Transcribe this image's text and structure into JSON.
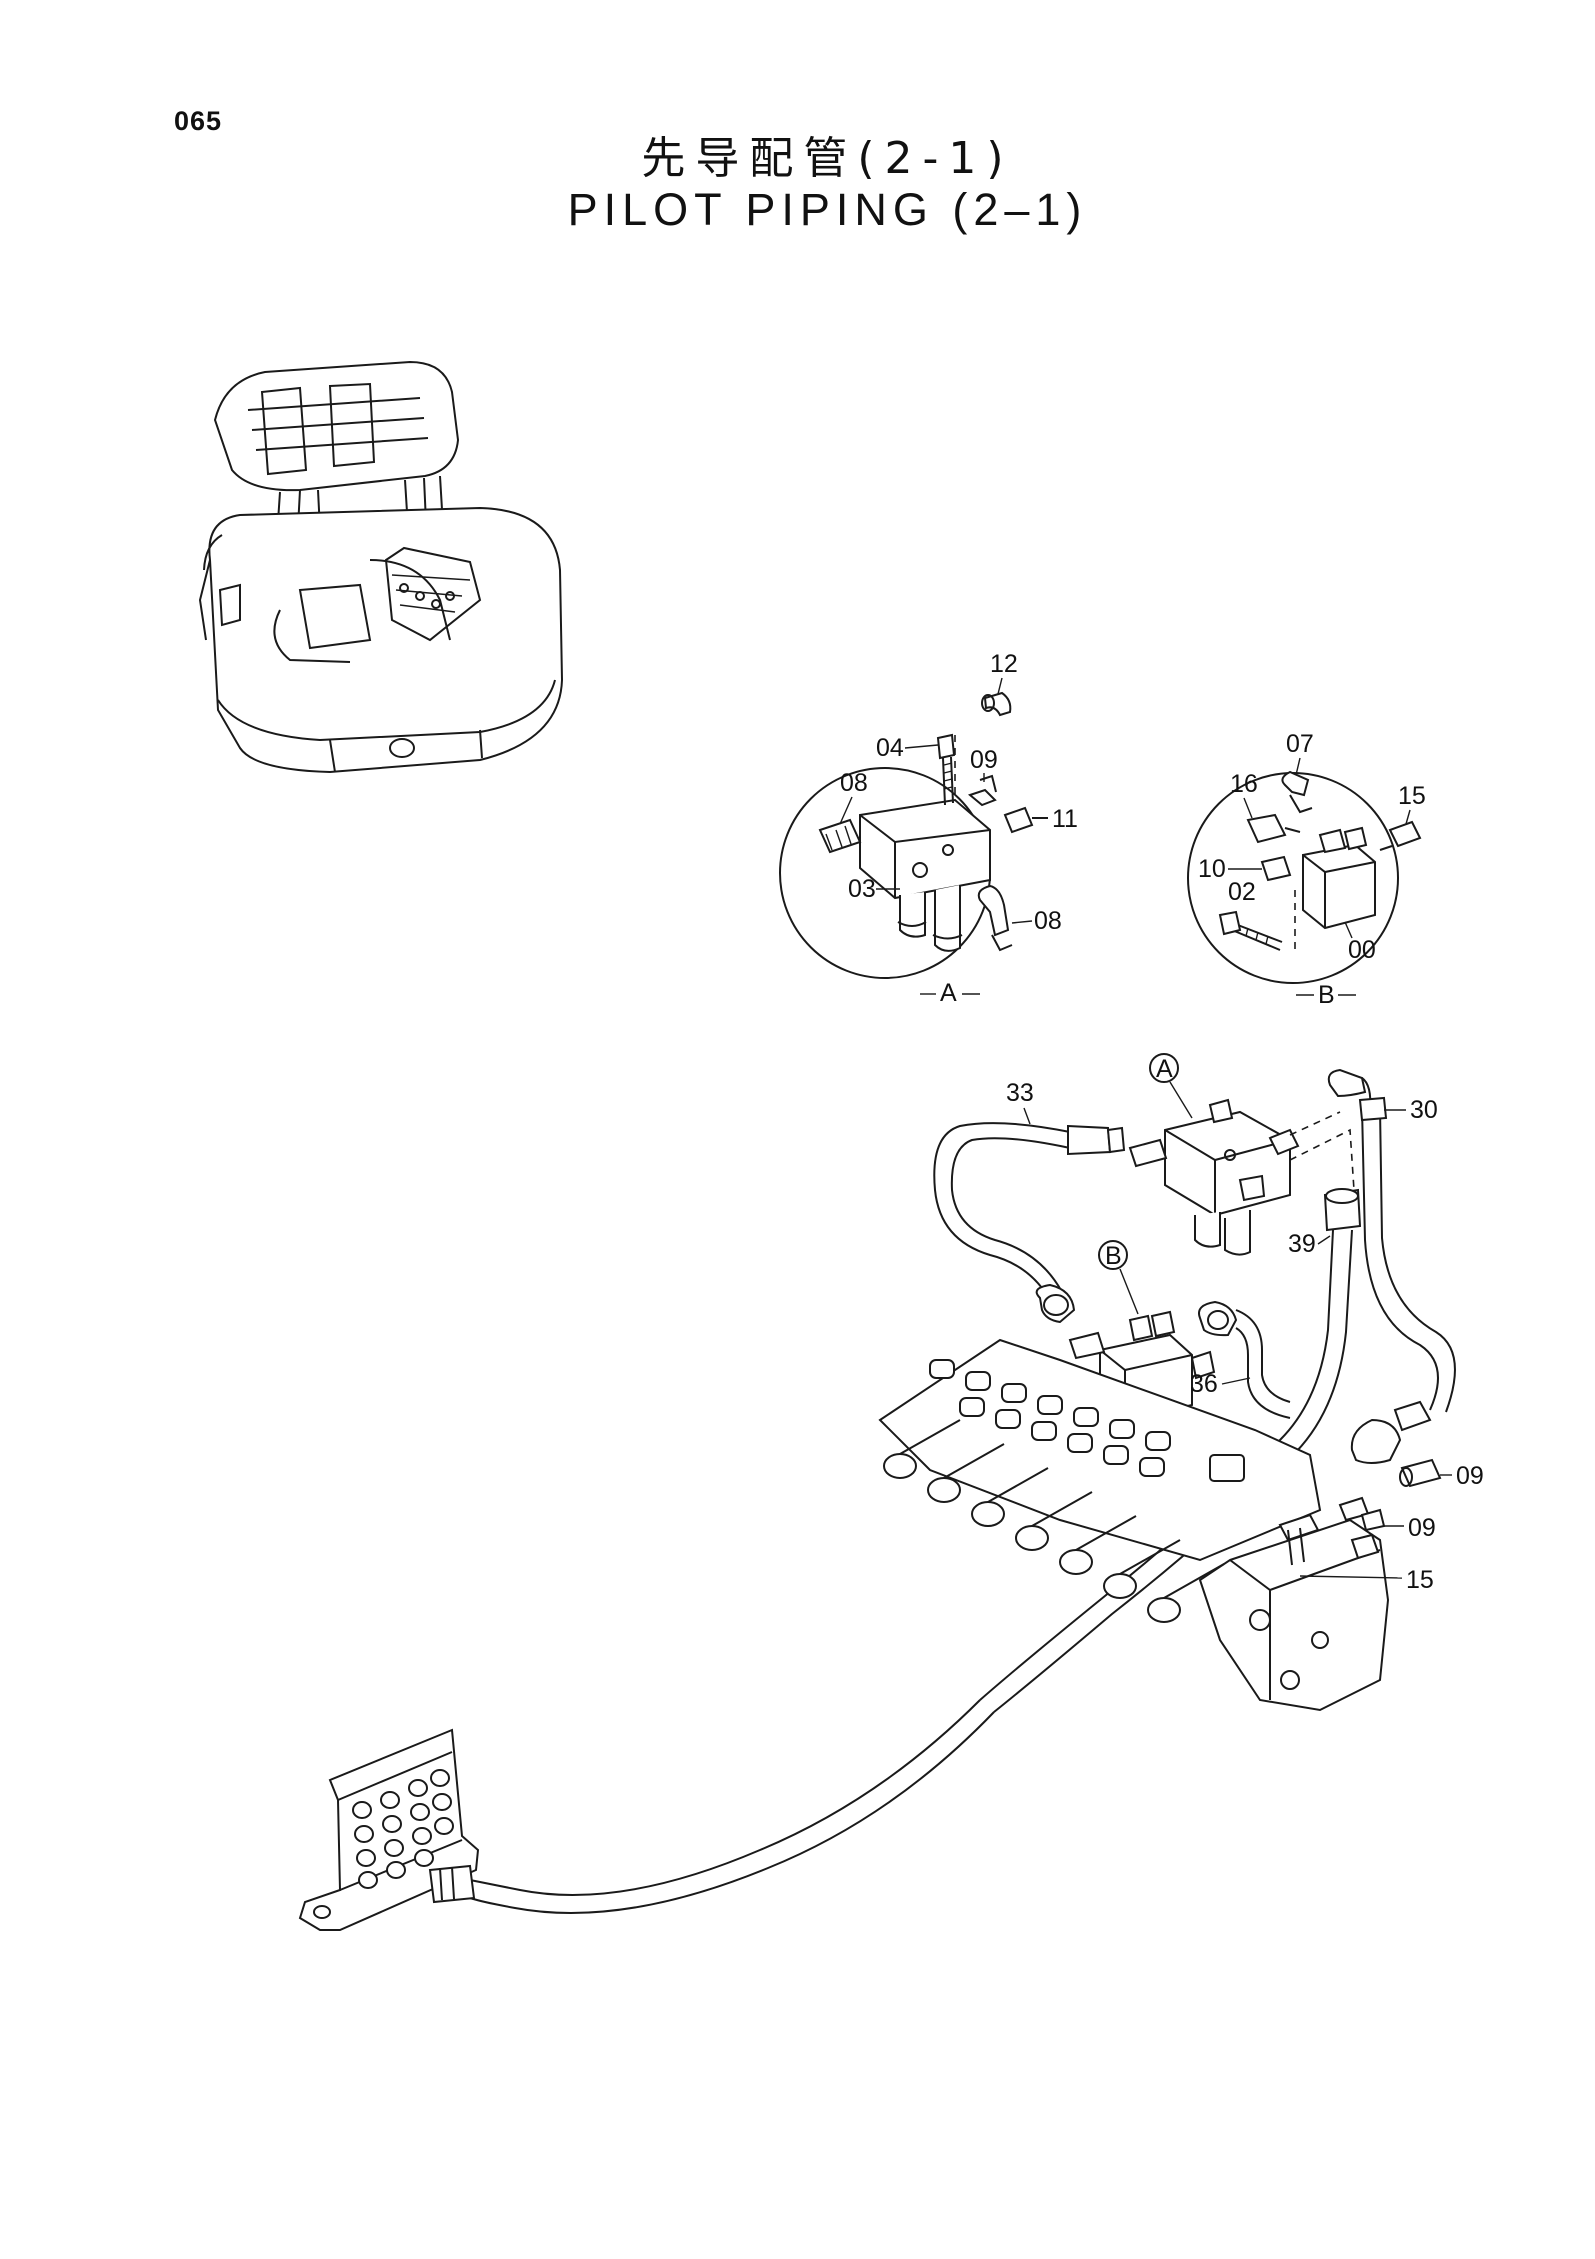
{
  "page_number": "065",
  "title_cn": "先导配管(2-1)",
  "title_en": "PILOT PIPING (2–1)",
  "detail_a": {
    "label": "A",
    "callouts": [
      "12",
      "04",
      "09",
      "08",
      "11",
      "03",
      "08"
    ]
  },
  "detail_b": {
    "label": "B",
    "callouts": [
      "07",
      "16",
      "15",
      "10",
      "02",
      "00"
    ]
  },
  "main_assembly": {
    "markers": [
      "A",
      "B"
    ],
    "callouts": [
      "33",
      "30",
      "39",
      "36",
      "09",
      "09",
      "15"
    ]
  }
}
